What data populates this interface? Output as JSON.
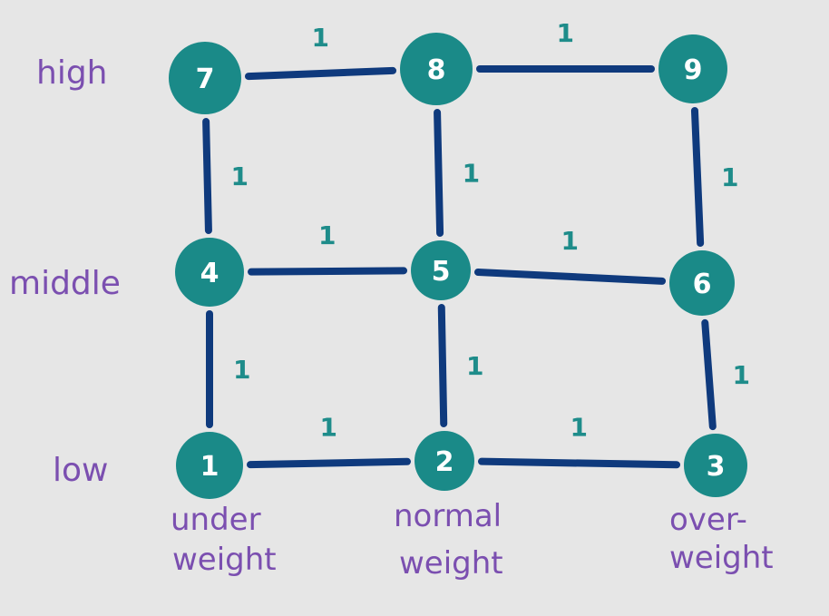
{
  "colors": {
    "node": "#1a8a88",
    "edge": "#0f3a7d",
    "weight": "#1e8c8a",
    "label": "#7b4fb0",
    "background": "#e6e6e6"
  },
  "nodes": [
    {
      "id": "1",
      "label": "1"
    },
    {
      "id": "2",
      "label": "2"
    },
    {
      "id": "3",
      "label": "3"
    },
    {
      "id": "4",
      "label": "4"
    },
    {
      "id": "5",
      "label": "5"
    },
    {
      "id": "6",
      "label": "6"
    },
    {
      "id": "7",
      "label": "7"
    },
    {
      "id": "8",
      "label": "8"
    },
    {
      "id": "9",
      "label": "9"
    }
  ],
  "edges": [
    {
      "from": "7",
      "to": "8",
      "weight": "1"
    },
    {
      "from": "8",
      "to": "9",
      "weight": "1"
    },
    {
      "from": "4",
      "to": "5",
      "weight": "1"
    },
    {
      "from": "5",
      "to": "6",
      "weight": "1"
    },
    {
      "from": "1",
      "to": "2",
      "weight": "1"
    },
    {
      "from": "2",
      "to": "3",
      "weight": "1"
    },
    {
      "from": "7",
      "to": "4",
      "weight": "1"
    },
    {
      "from": "4",
      "to": "1",
      "weight": "1"
    },
    {
      "from": "8",
      "to": "5",
      "weight": "1"
    },
    {
      "from": "5",
      "to": "2",
      "weight": "1"
    },
    {
      "from": "9",
      "to": "6",
      "weight": "1"
    },
    {
      "from": "6",
      "to": "3",
      "weight": "1"
    }
  ],
  "row_labels": {
    "high": "high",
    "middle": "middle",
    "low": "low"
  },
  "col_labels": {
    "under": {
      "line1": "under",
      "line2": "weight"
    },
    "normal": {
      "line1": "normal",
      "line2": "weight"
    },
    "over": {
      "line1": "over-",
      "line2": "weight"
    }
  }
}
